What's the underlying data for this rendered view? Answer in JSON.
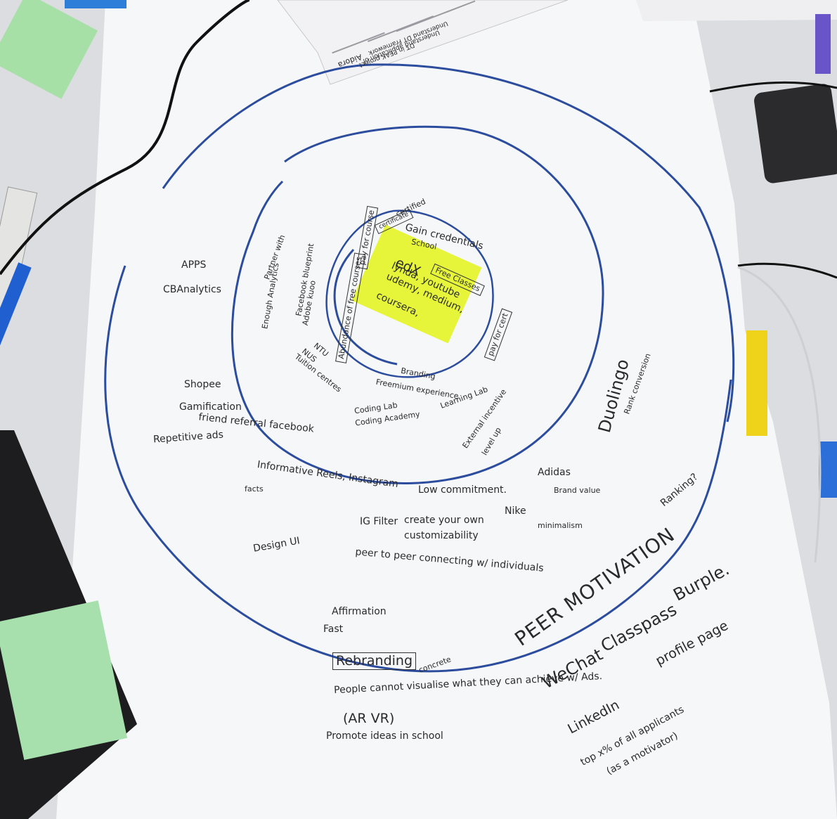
{
  "scene": {
    "document_text": [
      "Aidora",
      "Understand DT Framework",
      "Understand application of",
      "DT in PEAK project"
    ],
    "core_sticky_note": {
      "text": [
        "edX",
        "lynda, youtube",
        "udemy, medium,",
        "coursera,"
      ],
      "boxed_text": "Free Classes"
    },
    "inner_ring": [
      "certified",
      "certificate",
      "School",
      "Gain credentials",
      "pay for course",
      "pay for cert",
      "Abundance of free courses"
    ],
    "middle_ring": [
      "Partner with",
      "Facebook blueprint",
      "Enough Analytics",
      "Adobe kuoo",
      "NTU",
      "NUS",
      "Tuition centres",
      "Branding",
      "Freemium experience",
      "Coding Lab",
      "Coding Academy",
      "Learning Lab",
      "External incentive",
      "level up"
    ],
    "outer_ring": [
      "APPS",
      "CBAnalytics",
      "Duolingo",
      "Rank conversion"
    ],
    "left_notes": [
      "Shopee",
      "Gamification",
      "friend referral facebook",
      "Repetitive ads",
      "Informative Reels, Instagram",
      "facts"
    ],
    "middle_notes": [
      "Low commitment.",
      "IG Filter",
      "create your own",
      "customizability",
      "Design UI",
      "peer to peer connecting w/ individuals",
      "Affirmation",
      "Fast",
      "Rebranding",
      "concrete",
      "People cannot visualise what they can achieve w/ Ads.",
      "(AR VR)",
      "Promote ideas in school"
    ],
    "right_notes": [
      "Adidas",
      "Brand value",
      "Nike",
      "minimalism",
      "Ranking?",
      "PEER MOTIVATION",
      "WeChat",
      "Classpass",
      "Burple.",
      "profile page",
      "LinkedIn",
      "top x% of all applicants",
      "(as a motivator)"
    ]
  }
}
